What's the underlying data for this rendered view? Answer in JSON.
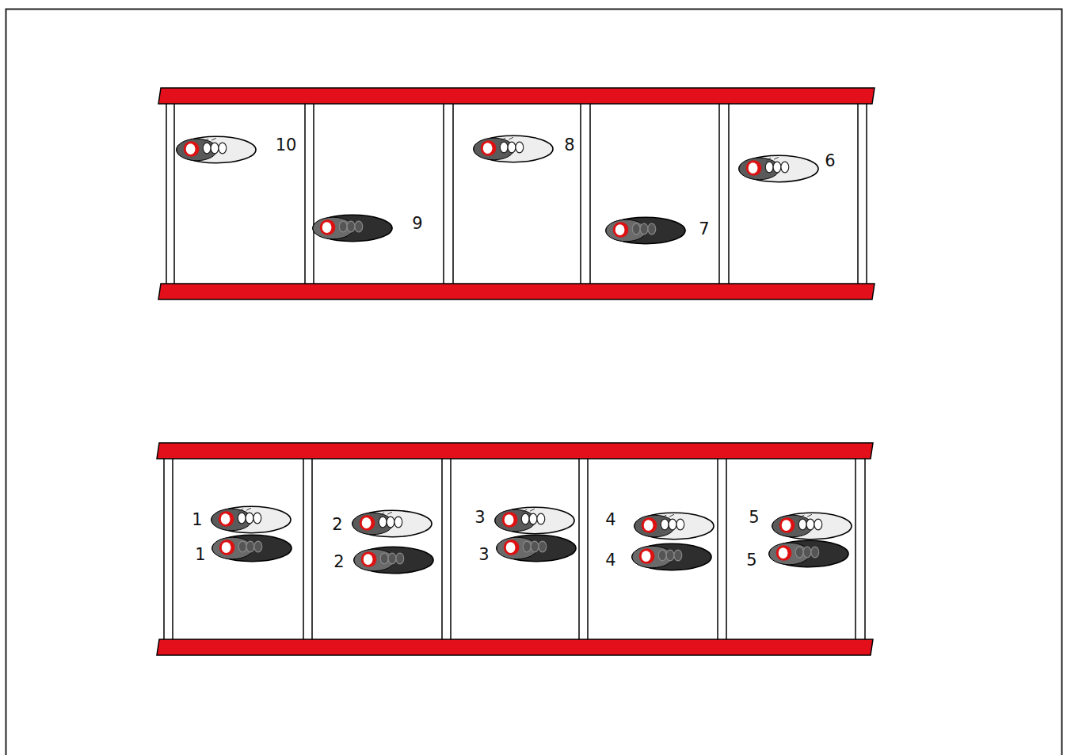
{
  "diagram": {
    "labels": [
      "10",
      "9",
      "8",
      "7",
      "6",
      "1",
      "1",
      "2",
      "2",
      "3",
      "3",
      "4",
      "4",
      "5",
      "5"
    ]
  }
}
